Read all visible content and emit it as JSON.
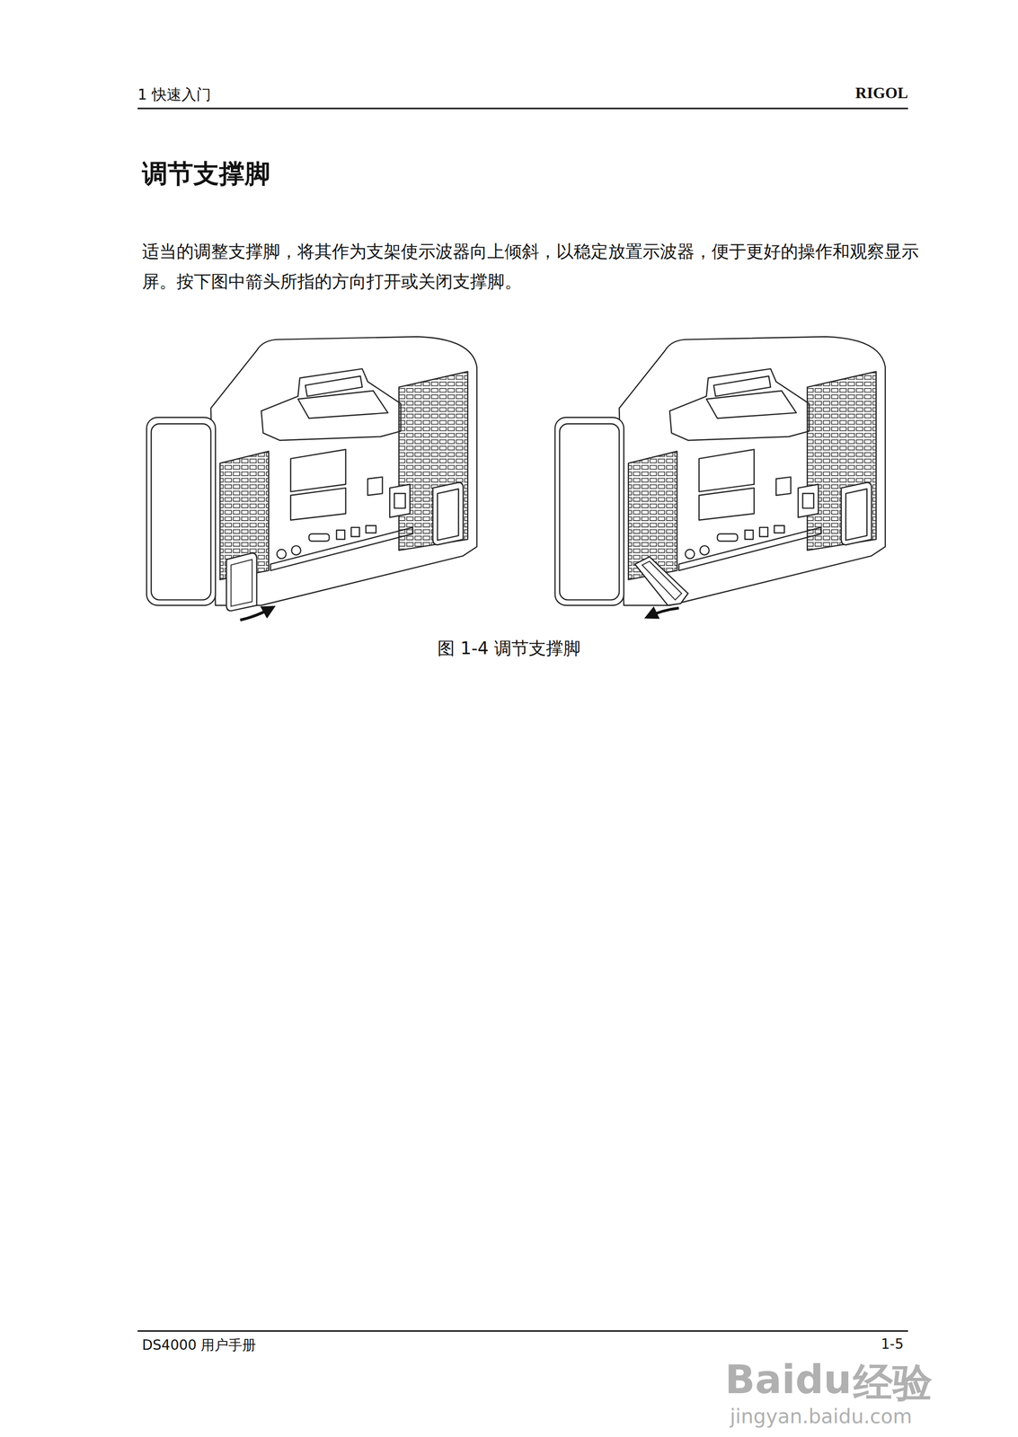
{
  "diagram": {
    "title": "调节支撑脚",
    "caption": "图 1-4 调节支撑脚",
    "labels": [
      "1 快速入门",
      "RIGOL",
      "适当的调整支撑脚，将其作为支架使示波器向上倾斜，以稳定放置示波器，便于更好的操作和观察显示屏。按下图中箭头所指的方向打开或关闭支撑脚。",
      "DS4000 用户手册",
      "1-5",
      "Baidu",
      "经验",
      "jingyan.baidu.com"
    ]
  }
}
